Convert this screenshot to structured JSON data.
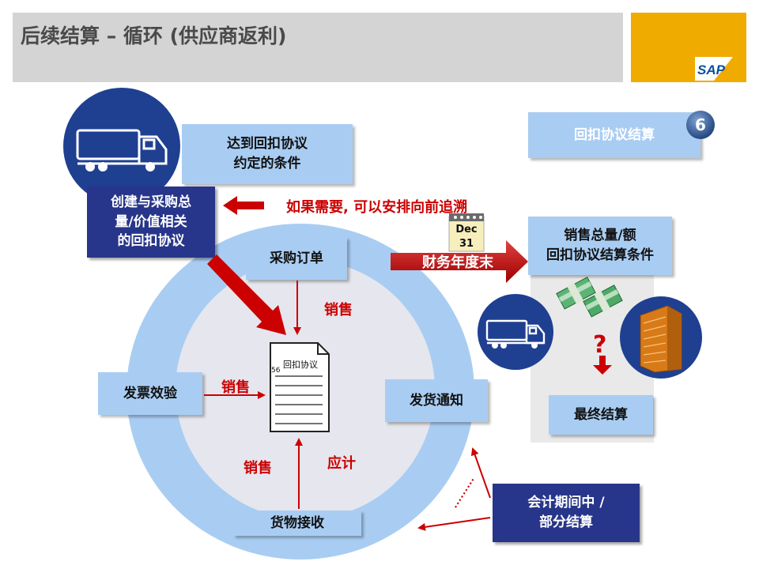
{
  "header": {
    "title": "后续结算 – 循环 (供应商返利)",
    "logo_text": "SAP"
  },
  "boxes": {
    "condition_line1": "达到回扣协议",
    "condition_line2": "约定的条件",
    "create_line1": "创建与采购总",
    "create_line2": "量/价值相关",
    "create_line3": "的回扣协议",
    "purchase_order": "采购订单",
    "invoice_verification": "发票效验",
    "delivery_notice": "发货通知",
    "goods_receipt": "货物接收",
    "rebate_settlement": "回扣协议结算",
    "sales_volume_line1": "销售总量/额",
    "sales_volume_line2": "回扣协议结算条件",
    "final_settlement": "最终结算",
    "period_line1": "会计期间中 /",
    "period_line2": "部分结算"
  },
  "labels": {
    "retro_note": "如果需要, 可以安排向前追溯",
    "fiscal_year_end": "财务年度末",
    "sales_top": "销售",
    "sales_left": "销售",
    "sales_bottom": "销售",
    "accrual": "应计"
  },
  "document": {
    "title": "回扣协议",
    "number": "56"
  },
  "calendar": {
    "month": "Dec",
    "day": "31"
  },
  "badge": {
    "number": "6"
  },
  "colors": {
    "light_blue": "#a9cdf2",
    "dark_blue": "#27368a",
    "red": "#cc0000",
    "sap_gold": "#f0ab00",
    "header_gray": "#d4d4d4"
  },
  "icons": [
    "truck-icon",
    "document-icon",
    "calendar-icon",
    "money-icon",
    "building-icon",
    "question-icon",
    "number-badge-icon"
  ]
}
